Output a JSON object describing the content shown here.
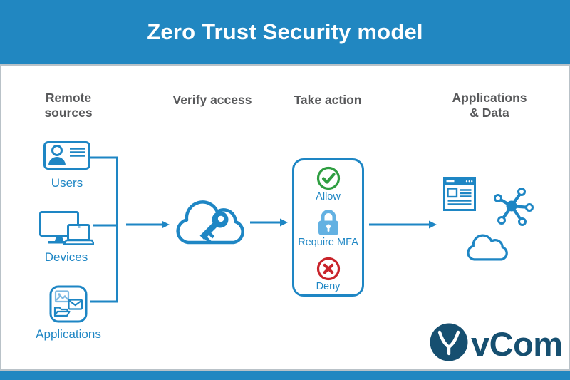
{
  "header": {
    "title": "Zero Trust Security model"
  },
  "columns": [
    {
      "id": "remote-sources",
      "label": "Remote\nsources"
    },
    {
      "id": "verify-access",
      "label": "Verify access"
    },
    {
      "id": "take-action",
      "label": "Take action"
    },
    {
      "id": "applications-data",
      "label": "Applications\n& Data"
    }
  ],
  "sources": [
    {
      "label": "Users",
      "icon": "id-card-icon"
    },
    {
      "label": "Devices",
      "icon": "devices-icon"
    },
    {
      "label": "Applications",
      "icon": "applications-icon"
    }
  ],
  "verify": {
    "icon": "cloud-key-icon"
  },
  "actions": [
    {
      "label": "Allow",
      "icon": "check-circle-icon",
      "color": "#2f9e41"
    },
    {
      "label": "Require MFA",
      "icon": "lock-icon",
      "color": "#63b1e2"
    },
    {
      "label": "Deny",
      "icon": "x-circle-icon",
      "color": "#c9242b"
    }
  ],
  "destinations": {
    "icons": [
      "browser-window-icon",
      "network-hub-icon",
      "cloud-icon"
    ]
  },
  "logo": {
    "text": "vCom"
  },
  "colors": {
    "header_bg": "#2187c1",
    "footer_bg": "#2187c1",
    "primary_blue": "#1e86c4",
    "heading_gray": "#58595b",
    "label_blue": "#1e86c4",
    "allow_green": "#2f9e41",
    "mfa_light_blue": "#63b1e2",
    "deny_red": "#c9242b",
    "logo_navy": "#164f70"
  }
}
